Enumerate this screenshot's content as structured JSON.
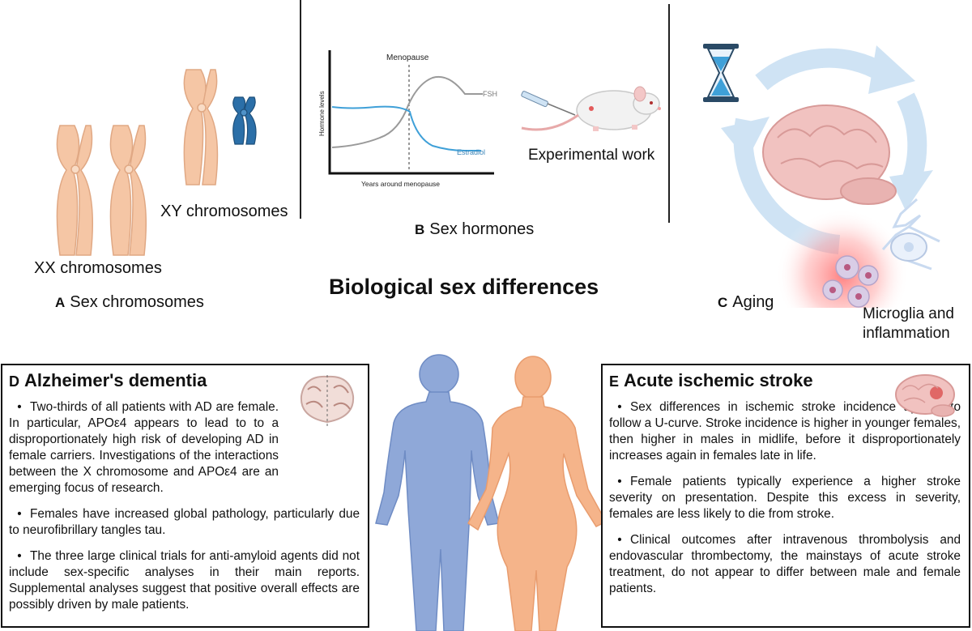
{
  "title": "Biological sex differences",
  "panel_a": {
    "letter": "A",
    "caption": "Sex chromosomes",
    "xx_label": "XX chromosomes",
    "xy_label": "XY chromosomes"
  },
  "panel_b": {
    "letter": "B",
    "caption": "Sex hormones",
    "graph": {
      "menopause_label": "Menopause",
      "ylabel": "Hormone levels",
      "xlabel": "Years around menopause",
      "fsh_label": "FSH",
      "estradiol_label": "Estradiol"
    },
    "experimental_label": "Experimental work"
  },
  "panel_c": {
    "letter": "C",
    "caption": "Aging",
    "microglia_label_line1": "Microglia and",
    "microglia_label_line2": "inflammation"
  },
  "panel_d": {
    "letter": "D",
    "title": "Alzheimer's dementia",
    "bullets": [
      "Two-thirds of all patients with AD are female. In particular, APOε4 appears to lead to to a disproportionately high risk of developing AD in female carriers. Investigations of the interactions between the X chromosome and APOε4 are an emerging focus of research.",
      "Females have increased global pathology, particularly due to neurofibrillary tangles tau.",
      "The three large clinical trials for anti-amyloid agents did not include sex-specific analyses in their main reports. Supplemental analyses suggest that positive overall effects are possibly driven by male patients."
    ]
  },
  "panel_e": {
    "letter": "E",
    "title": "Acute ischemic stroke",
    "bullets": [
      "Sex differences in ischemic stroke incidence appear to follow a U-curve. Stroke incidence is higher in younger females, then higher in males in midlife, before it disproportionately increases again in females late in life.",
      "Female patients typically experience a higher stroke severity on presentation. Despite this excess in severity, females are less likely to die from stroke.",
      "Clinical outcomes after intravenous thrombolysis and endovascular thrombectomy, the mainstays of acute stroke treatment, do not appear to differ between male and female patients."
    ]
  },
  "colors": {
    "chromosome_x": "#f5c6a5",
    "chromosome_y": "#2b6fa8",
    "male_figure": "#8fa8d8",
    "female_figure": "#f5b48a",
    "estradiol": "#3fa0d8",
    "fsh": "#9a9a9a",
    "cycle_arrow": "#cfe3f4",
    "brain": "#f1c2c0",
    "inflammation": "#ff6b6b"
  },
  "icons": [
    "chromosome-icon",
    "hourglass-icon",
    "brain-icon",
    "mouse-icon",
    "syringe-icon",
    "microglia-icon",
    "human-figure-icon"
  ]
}
